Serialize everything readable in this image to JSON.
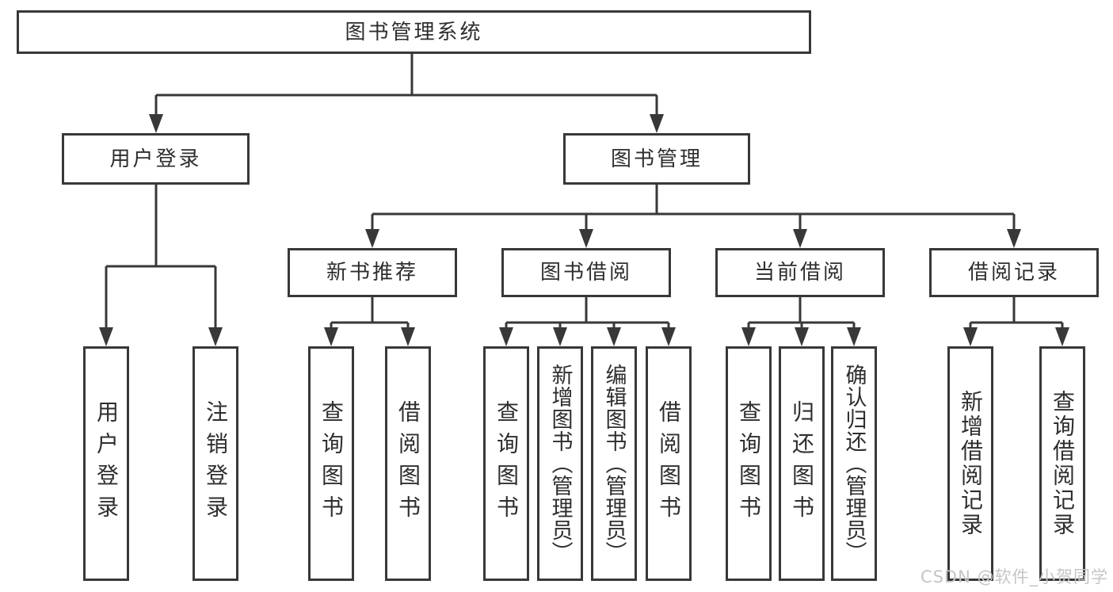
{
  "diagram": {
    "nodes": {
      "root": "图书管理系统",
      "user_login": "用户登录",
      "book_management": "图书管理",
      "new_book_recommend": "新书推荐",
      "book_borrow": "图书借阅",
      "current_borrow": "当前借阅",
      "borrow_records": "借阅记录",
      "leaf_user_login": "用户登录",
      "leaf_logout": "注销登录",
      "nb_query_books": "查询图书",
      "nb_borrow_books": "借阅图书",
      "bb_query_books": "查询图书",
      "bb_add_books": "新增图书（管理员）",
      "bb_edit_books": "编辑图书（管理员）",
      "bb_borrow_books": "借阅图书",
      "cb_query_books": "查询图书",
      "cb_return_books": "归还图书",
      "cb_confirm_return": "确认归还（管理员）",
      "br_add_record": "新增借阅记录",
      "br_query_record": "查询借阅记录"
    },
    "watermark": "CSDN @软件_小贺同学",
    "colors": {
      "line": "#383838",
      "text": "#2e2e2e",
      "watermark": "#c5c5c5",
      "background": "#ffffff"
    }
  }
}
